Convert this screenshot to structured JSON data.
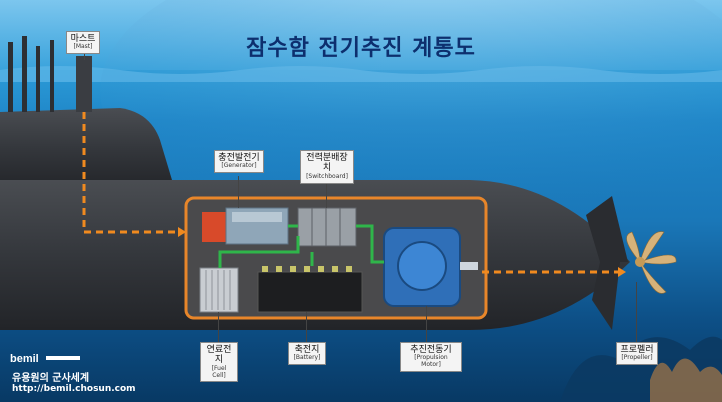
{
  "title": "잠수함 전기추진 계통도",
  "labels": {
    "mast": {
      "ko": "마스트",
      "en": "[Mast]"
    },
    "generator": {
      "ko": "충전발전기",
      "en": "[Generator]"
    },
    "switchboard": {
      "ko": "전력분배장치",
      "en": "[Switchboard]"
    },
    "fuel_cell": {
      "ko": "연료전지",
      "en": "[Fuel Cell]"
    },
    "battery": {
      "ko": "축전지",
      "en": "[Battery]"
    },
    "motor": {
      "ko": "추진전동기",
      "en": "[Propulsion Motor]"
    },
    "propeller": {
      "ko": "프로펠러",
      "en": "[Propeller]"
    }
  },
  "brand": {
    "logo": "bemil",
    "name": "유용원의 군사세계",
    "url": "http://bemil.chosun.com"
  },
  "colors": {
    "hull": "#3a3d42",
    "frame": "#e8862a",
    "arrow": "#f08a1f",
    "title": "#0d2f6e"
  }
}
